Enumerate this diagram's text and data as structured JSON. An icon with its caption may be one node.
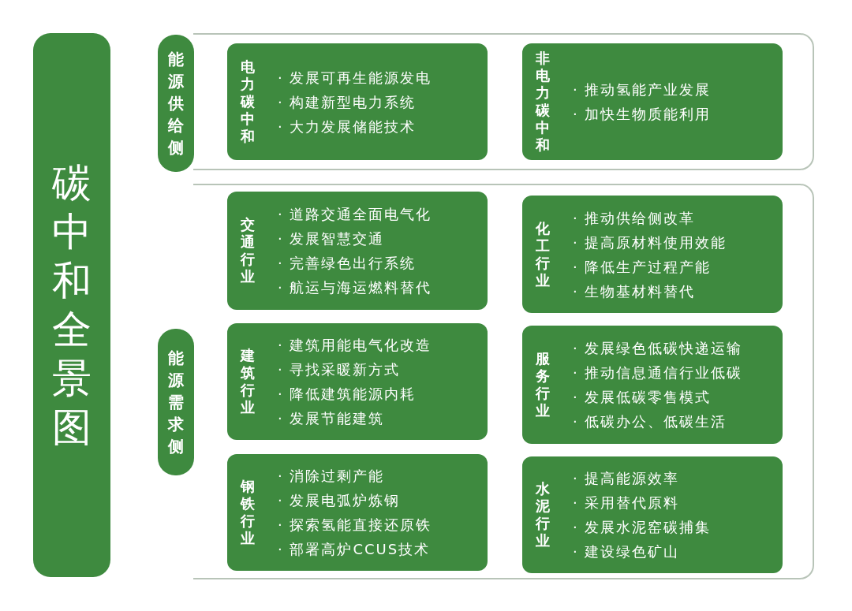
{
  "diagram": {
    "nodes": [
      {
        "text": [
          "碳中和全景图"
        ]
      },
      {
        "text": [
          "能源供给侧"
        ]
      },
      {
        "text": [
          "电力碳中和",
          "· 发展可再生能源发电",
          "· 构建新型电力系统",
          "· 大力发展储能技术"
        ],
        "in": 1
      },
      {
        "text": [
          "非电力碳中和",
          "· 推动氢能产业发展",
          "· 加快生物质能利用"
        ],
        "in": 1
      },
      {
        "text": [
          "能源需求侧"
        ]
      },
      {
        "text": [
          "交通行业",
          "· 道路交通全面电气化",
          "· 发展智慧交通",
          "· 完善绿色出行系统",
          "· 航运与海运燃料替代"
        ],
        "in": 4
      },
      {
        "text": [
          "化工行业",
          "· 推动供给侧改革",
          "· 提高原材料使用效能",
          "· 降低生产过程产能",
          "· 生物基材料替代"
        ],
        "in": 4
      },
      {
        "text": [
          "建筑行业",
          "· 建筑用能电气化改造",
          "· 寻找采暖新方式",
          "· 降低建筑能源内耗",
          "· 发展节能建筑"
        ],
        "in": 4
      },
      {
        "text": [
          "服务行业",
          "· 发展绿色低碳快递运输",
          "· 推动信息通信行业低碳",
          "· 发展低碳零售模式",
          "· 低碳办公、低碳生活"
        ],
        "in": 4
      },
      {
        "text": [
          "钢铁行业",
          "· 消除过剩产能",
          "· 发展电弧炉炼钢",
          "· 探索氢能直接还原铁",
          "· 部署高炉CCUS技术"
        ],
        "in": 4
      },
      {
        "text": [
          "水泥行业",
          "· 提高能源效率",
          "· 采用替代原料",
          "· 发展水泥窑碳捕集",
          "· 建设绿色矿山"
        ],
        "in": 4
      }
    ],
    "edges": []
  }
}
